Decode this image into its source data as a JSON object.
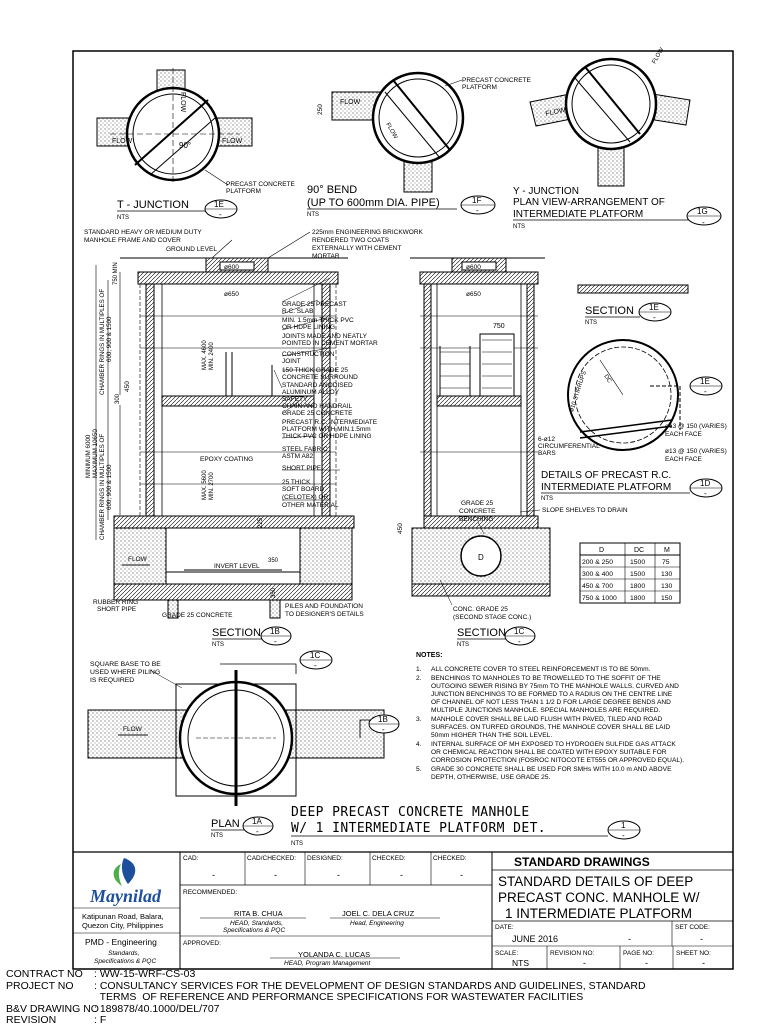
{
  "details": {
    "t_junction": {
      "title": "T - JUNCTION",
      "ref": "1E",
      "sheet": "-",
      "scale": "NTS",
      "label_platform": "PRECAST CONCRETE PLATFORM",
      "flow": "FLOW",
      "angle": "90°"
    },
    "bend": {
      "title": "90° BEND",
      "subtitle": "(UP TO 600mm DIA. PIPE)",
      "ref": "1F",
      "sheet": "-",
      "scale": "NTS",
      "label_platform": "PRECAST CONCRETE PLATFORM",
      "flow": "FLOW",
      "dim": "250"
    },
    "y_junction": {
      "title": "Y - JUNCTION",
      "subtitle1": "PLAN VIEW-ARRANGEMENT OF",
      "subtitle2": "INTERMEDIATE PLATFORM",
      "ref": "1G",
      "sheet": "-",
      "scale": "NTS",
      "flow": "FLOW"
    },
    "section_1b": {
      "title": "SECTION",
      "ref": "1B",
      "sheet": "-",
      "scale": "NTS"
    },
    "section_1c": {
      "title": "SECTION",
      "ref": "1C",
      "sheet": "-",
      "scale": "NTS"
    },
    "section_1e": {
      "title": "SECTION",
      "ref": "1E",
      "sheet": "-",
      "scale": "NTS"
    },
    "platform_1d": {
      "title1": "DETAILS OF PRECAST R.C.",
      "title2": "INTERMEDIATE PLATFORM",
      "ref": "1D",
      "sheet": "-",
      "scale": "NTS"
    },
    "plan_1a": {
      "title": "PLAN",
      "ref": "1A",
      "sheet": "-",
      "scale": "NTS"
    },
    "main": {
      "title1": "DEEP PRECAST CONCRETE MANHOLE",
      "title2": "W/ 1 INTERMEDIATE PLATFORM DET.",
      "ref": "1",
      "sheet": "-",
      "scale": "NTS"
    }
  },
  "annotations_left": [
    "STANDARD HEAVY OR MEDIUM DUTY",
    "MANHOLE FRAME AND COVER",
    "GROUND LEVEL"
  ],
  "annotations_right": [
    "225mm ENGINEERING BRICKWORK",
    "RENDERED TWO COATS",
    "EXTERNALLY WITH CEMENT",
    "MORTAR"
  ],
  "callouts": [
    "GRADE 25 PRECAST",
    "R.C. SLAB",
    "MIN. 1.5mm THICK PVC",
    "OR HDPE LINING",
    "JOINTS MADE AND NEATLY",
    "POINTED IN CEMENT MORTAR",
    "CONSTRUCTION",
    "JOINT",
    "150 THICK GRADE 25",
    "CONCRETE SURROUND",
    "STANDARD ANODISED",
    "ALUMINUM ALLOY",
    "SAFETY",
    "CHAIN AND HANDRAIL",
    "GRADE 25 CONCRETE",
    "PRECAST R.C. INTERMEDIATE",
    "PLATFORM WITH MIN.1.5mm",
    "THICK PVC OR HDPE LINING",
    "STEEL FABRIC",
    "ASTM A82",
    "SHORT PIPE",
    "25 THICK",
    "SOFT BOARD",
    "(CELOTEX) OR",
    "OTHER MATERIAL"
  ],
  "section1b_labels": {
    "dia600": "ø600",
    "dia650": "ø650",
    "epoxy": "EPOXY COATING",
    "invert": "INVERT LEVEL",
    "flow": "FLOW",
    "rubber1": "RUBBER RING",
    "rubber2": "SHORT PIPE",
    "grade25": "GRADE 25 CONCRETE",
    "piles1": "PILES AND FOUNDATION",
    "piles2": "TO DESIGNER'S DETAILS",
    "min6000": "MINIMUM 6000",
    "max10650": "MAXIMUM 10650",
    "rings1": "CHAMBER RINGS IN MULTIPLES OF",
    "rings2": "600, 900 & 1500",
    "max4600": "MAX. 4600",
    "min2400": "MIN. 2400",
    "max5600": "MAX. 5600",
    "min2700": "MIN. 2700",
    "d450": "450",
    "d300": "300",
    "d750": "750 MIN",
    "d225": "225",
    "d350": "350"
  },
  "section1c_labels": {
    "dia600": "ø600",
    "dia650": "ø650",
    "d750": "750",
    "d450": "450",
    "grade25a": "GRADE 25",
    "grade25b": "CONCRETE",
    "grade25c": "BENCHING",
    "slope": "SLOPE SHELVES TO DRAIN",
    "conc1": "CONC. GRADE 25",
    "conc2": "(SECOND STAGE CONC.)"
  },
  "platform_labels": {
    "stirrups": "ø10 STIRRUPS",
    "bars1": "6-ø12",
    "bars2": "CIRCUMFERENTIAL",
    "bars3": "BARS",
    "each1": "ø13 @ 150 (VARIES)",
    "each2": "EACH FACE",
    "each3": "ø13 @ 150 (VARIES)",
    "each4": "EACH FACE",
    "dc": "DC"
  },
  "table": {
    "headers": [
      "D",
      "DC",
      "M"
    ],
    "rows": [
      [
        "200 & 250",
        "1500",
        "75"
      ],
      [
        "300 & 400",
        "1500",
        "130"
      ],
      [
        "450 & 700",
        "1800",
        "130"
      ],
      [
        "750 & 1000",
        "1800",
        "150"
      ]
    ]
  },
  "plan_labels": {
    "square1": "SQUARE BASE TO BE",
    "square2": "USED WHERE PILING",
    "square3": "IS REQUIRED",
    "flow": "FLOW"
  },
  "notes": {
    "heading": "NOTES:",
    "items": [
      {
        "n": "1.",
        "lines": [
          "ALL CONCRETE COVER TO STEEL REINFORCEMENT IS TO BE 50mm."
        ]
      },
      {
        "n": "2.",
        "lines": [
          "BENCHINGS TO MANHOLES TO BE TROWELLED TO THE SOFFIT OF THE",
          "OUTGOING SEWER RISING BY 75mm TO THE MANHOLE WALLS. CURVED AND",
          "JUNCTION BENCHINGS TO BE FORMED TO A RADIUS ON THE CENTRE LINE",
          "OF CHANNEL OF NOT LESS THAN 1 1/2 D FOR LARGE DEGREE BENDS AND",
          "MULTIPLE JUNCTIONS MANHOLE. SPECIAL MANHOLES ARE REQUIRED."
        ]
      },
      {
        "n": "3.",
        "lines": [
          "MANHOLE COVER SHALL BE LAID FLUSH WITH PAVED, TILED AND ROAD",
          "SURFACES. ON TURFED GROUNDS, THE MANHOLE COVER SHALL BE LAID",
          "50mm HIGHER THAN THE SOIL LEVEL."
        ]
      },
      {
        "n": "4.",
        "lines": [
          "INTERNAL SURFACE OF MH  EXPOSED TO HYDROGEN SULFIDE GAS ATTACK",
          "OR CHEMICAL REACTION SHALL BE COATED WITH EPOXY SUITABLE FOR",
          "CORROSION PROTECTION (FOSROC NITOCOTE ET555 OR APPROVED EQUAL)."
        ]
      },
      {
        "n": "5.",
        "lines": [
          "GRADE 30 CONCRETE SHALL BE USED FOR SMHs WITH 10.0 m AND ABOVE",
          "DEPTH, OTHERWISE, USE GRADE 25."
        ]
      }
    ]
  },
  "title_block": {
    "logo": {
      "name": "Maynilad",
      "addr1": "Katipunan Road, Balara,",
      "addr2": "Quezon City, Philippines",
      "dept": "PMD - Engineering",
      "sub1": "Standards,",
      "sub2": "Specifications & PQC"
    },
    "cad_label": "CAD:",
    "cad_value": "-",
    "cadchecked_label": "CAD/CHECKED:",
    "cadchecked_value": "-",
    "designed_label": "DESIGNED:",
    "designed_value": "-",
    "checked_label": "CHECKED:",
    "checked_value": "-",
    "checked2_label": "CHECKED:",
    "checked2_value": "-",
    "recommended_label": "RECOMMENDED:",
    "rec1_name": "RITA B. CHUA",
    "rec1_role1": "HEAD, Standards,",
    "rec1_role2": "Specifications & PQC",
    "rec2_name": "JOEL C. DELA CRUZ",
    "rec2_role": "Head, Engineering",
    "approved_label": "APPROVED:",
    "app_name": "YOLANDA C. LUCAS",
    "app_role": "HEAD, Program Management",
    "std_drawings": "STANDARD DRAWINGS",
    "sheet_title": [
      "STANDARD DETAILS OF DEEP",
      "PRECAST CONC. MANHOLE W/",
      "1 INTERMEDIATE PLATFORM"
    ],
    "date_label": "DATE:",
    "date_value": "JUNE 2016",
    "date_dash": "-",
    "setcode_label": "SET CODE:",
    "setcode_value": "-",
    "scale_label": "SCALE:",
    "scale_value": "NTS",
    "revision_label": "REVISION NO:",
    "revision_value": "-",
    "page_label": "PAGE NO:",
    "page_value": "-",
    "sheetno_label": "SHEET NO:",
    "sheetno_value": "-"
  },
  "footer": [
    {
      "k": "CONTRACT NO",
      "v": ": WW-15-WRF-CS-03"
    },
    {
      "k": "PROJECT NO",
      "v": ": CONSULTANCY SERVICES FOR THE DEVELOPMENT OF DESIGN STANDARDS AND GUIDELINES, STANDARD"
    },
    {
      "k": "",
      "v": "  TERMS  OF REFERENCE AND PERFORMANCE SPECIFICATIONS FOR WASTEWATER FACILITIES"
    },
    {
      "k": "B&V DRAWING NO",
      "v": ": 189878/40.1000/DEL/707"
    },
    {
      "k": "REVISION",
      "v": ": F"
    }
  ],
  "colors": {
    "logo_blue": "#1d4f9c",
    "logo_green": "#4cae4c",
    "ink": "#000000"
  }
}
